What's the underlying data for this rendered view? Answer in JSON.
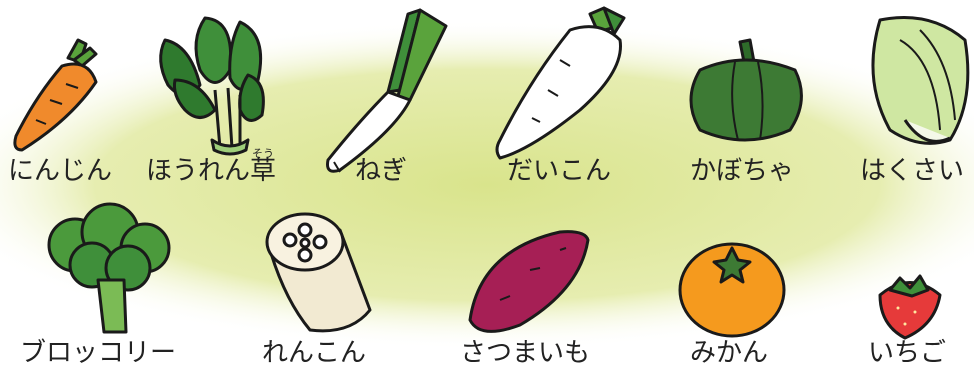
{
  "colors": {
    "background": "#ffffff",
    "glow": "#dfe89a",
    "outline": "#1a1a1a",
    "carrot": "#f08a2c",
    "leaf_green": "#3f8f3a",
    "dark_green": "#2e6b2a",
    "pumpkin": "#3d7a34",
    "cabbage": "#d7eeb0",
    "radish_white": "#ffffff",
    "lotus": "#f2ead2",
    "sweet_potato": "#a61f55",
    "orange": "#f59a1e",
    "strawberry": "#e63a3a"
  },
  "items": [
    {
      "name": "carrot",
      "label": "にんじん",
      "icon": "carrot-icon"
    },
    {
      "name": "spinach",
      "label": "ほうれん草",
      "ruby": "そう",
      "icon": "spinach-icon"
    },
    {
      "name": "green-onion",
      "label": "ねぎ",
      "icon": "green-onion-icon"
    },
    {
      "name": "daikon",
      "label": "だいこん",
      "icon": "daikon-icon"
    },
    {
      "name": "pumpkin",
      "label": "かぼちゃ",
      "icon": "pumpkin-icon"
    },
    {
      "name": "chinese-cabbage",
      "label": "はくさい",
      "icon": "chinese-cabbage-icon"
    },
    {
      "name": "broccoli",
      "label": "ブロッコリー",
      "icon": "broccoli-icon"
    },
    {
      "name": "lotus-root",
      "label": "れんこん",
      "icon": "lotus-root-icon"
    },
    {
      "name": "sweet-potato",
      "label": "さつまいも",
      "icon": "sweet-potato-icon"
    },
    {
      "name": "mandarin",
      "label": "みかん",
      "icon": "mandarin-icon"
    },
    {
      "name": "strawberry",
      "label": "いちご",
      "icon": "strawberry-icon"
    }
  ]
}
